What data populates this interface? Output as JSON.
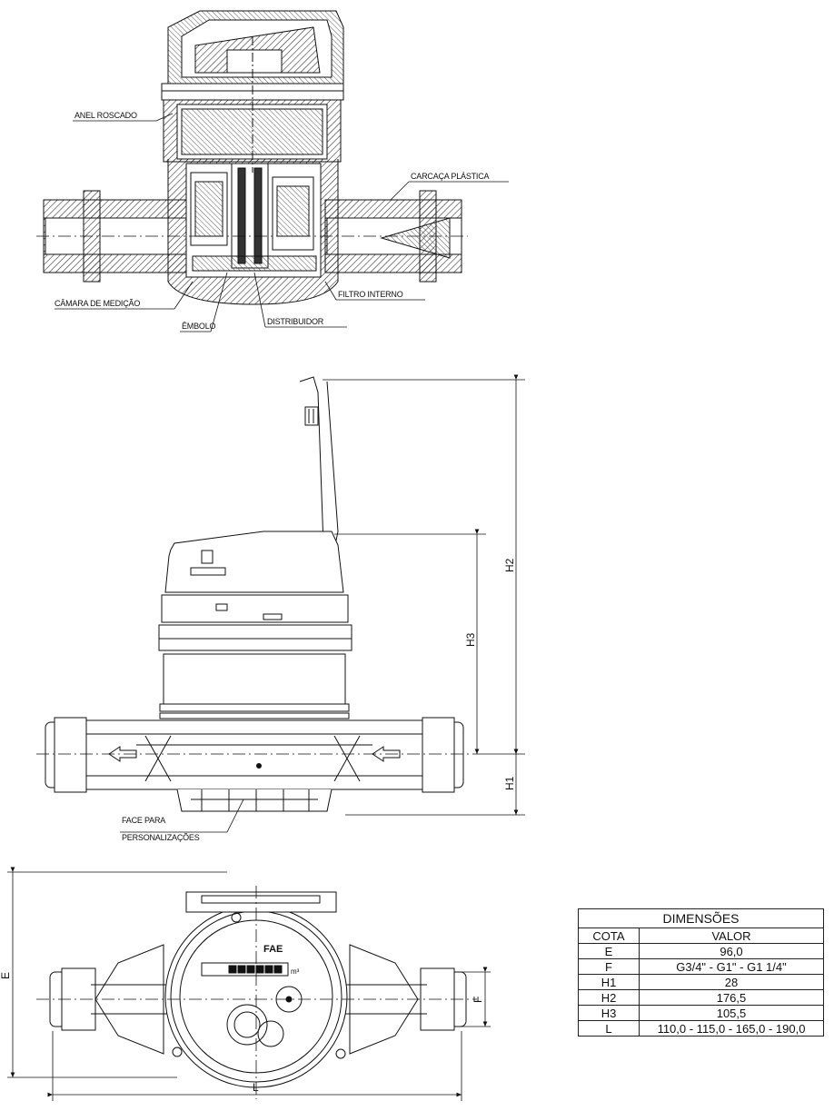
{
  "section_view": {
    "labels": {
      "anel_roscado": "ANEL ROSCADO",
      "carcaca_plastica": "CARCAÇA PLÁSTICA",
      "camara_de_medicao": "CÂMARA DE MEDIÇÃO",
      "filtro_interno": "FILTRO INTERNO",
      "embolo": "ÊMBOLO",
      "distribuidor": "DISTRIBUIDOR"
    }
  },
  "side_view": {
    "dimensions": {
      "h1": "H1",
      "h2": "H2",
      "h3": "H3"
    },
    "face_label_line1": "FACE PARA",
    "face_label_line2": "PERSONALIZAÇÕES"
  },
  "top_view": {
    "dimensions": {
      "e": "E",
      "f": "F",
      "l": "L"
    },
    "dial_brand": "FAE",
    "dial_unit": "m³"
  },
  "table": {
    "title": "DIMENSÕES",
    "header": [
      "COTA",
      "VALOR"
    ],
    "rows": [
      [
        "E",
        "96,0"
      ],
      [
        "F",
        "G3/4\" - G1\" - G1 1/4\""
      ],
      [
        "H1",
        "28"
      ],
      [
        "H2",
        "176,5"
      ],
      [
        "H3",
        "105,5"
      ],
      [
        "L",
        "110,0 - 115,0 - 165,0 - 190,0"
      ]
    ]
  }
}
